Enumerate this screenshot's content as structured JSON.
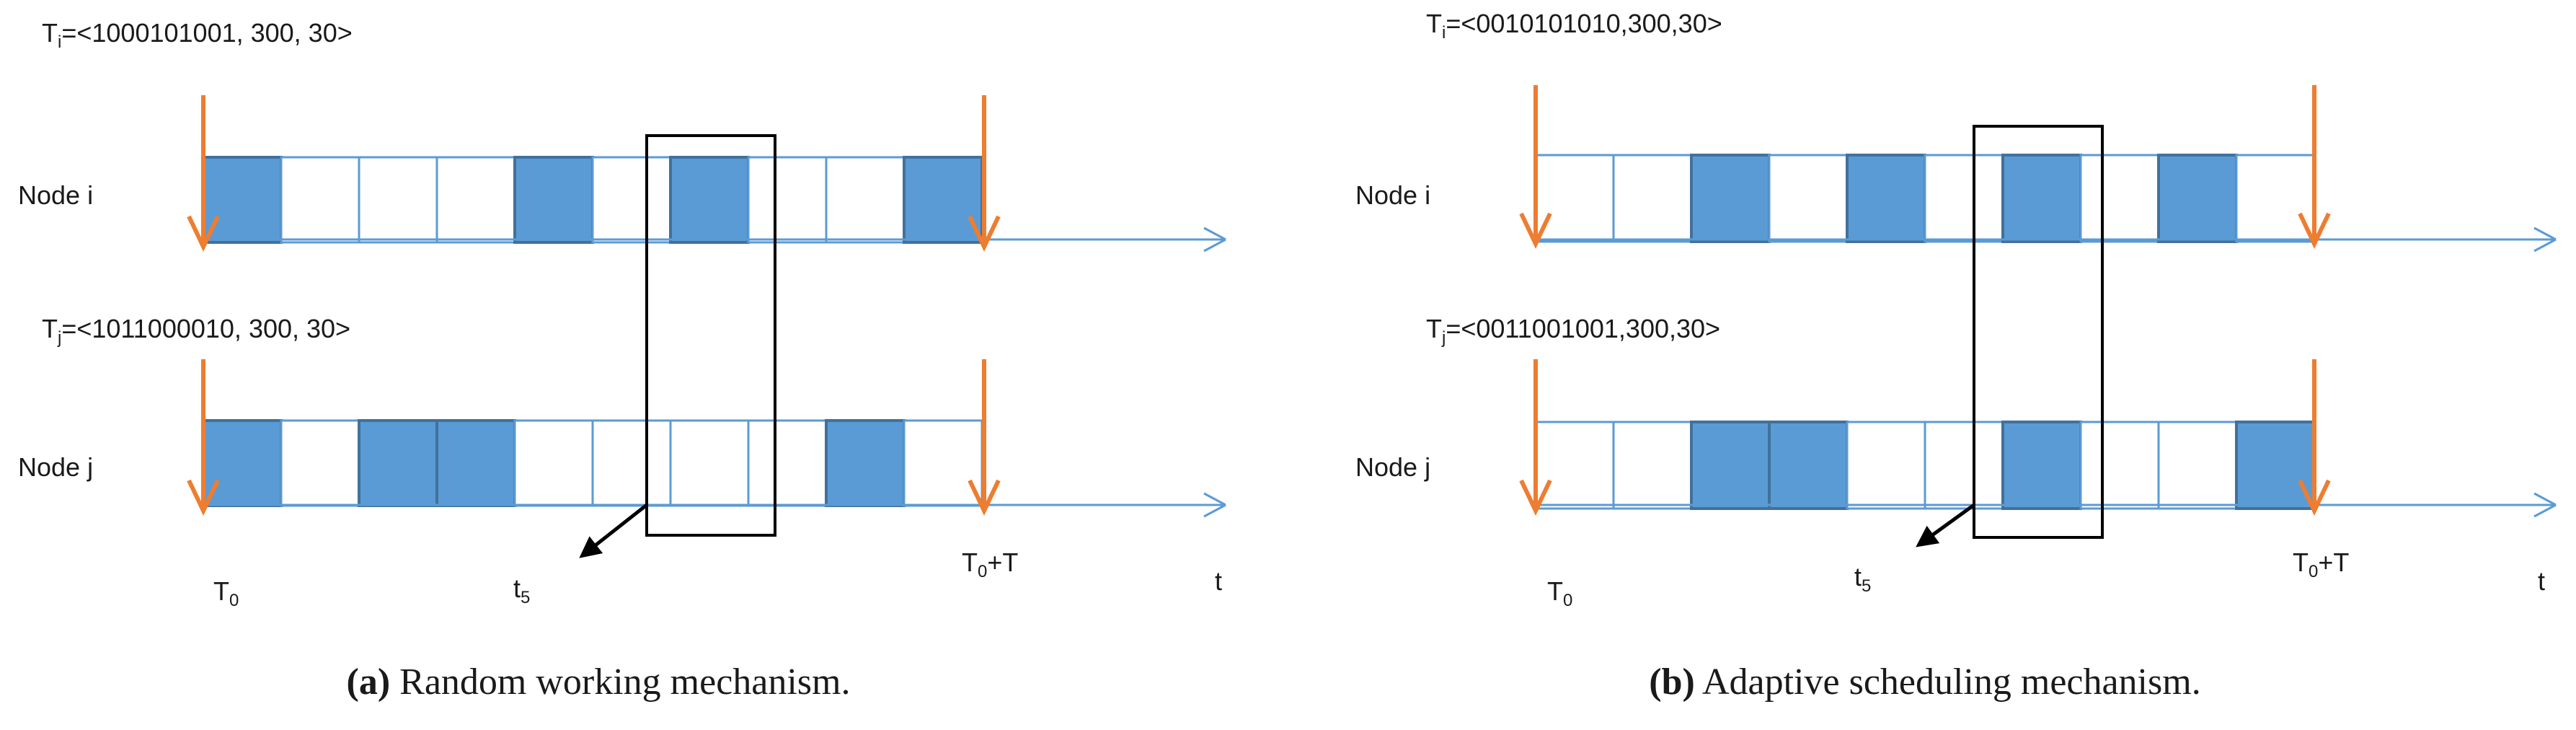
{
  "panels": [
    {
      "tuple_main": "T",
      "tuple_sub": "i",
      "tuple_value": "=<1000101001, 300, 30>",
      "node_i_label": "Node i",
      "node_i_slots": "1000101001",
      "tuple_j_main": "T",
      "tuple_j_sub": "j",
      "tuple_j_value": "=<1011000010, 300, 30>",
      "node_j_label": "Node j",
      "node_j_slots": "1011000010",
      "t0_main": "T",
      "t0_sub": "0",
      "t5_main": "t",
      "t5_sub": "5",
      "tend_main": "T",
      "tend_sub": "0",
      "tend_suffix": "+T",
      "t_axis": "t",
      "caption_letter": "(a)",
      "caption_text": " Random working mechanism."
    },
    {
      "tuple_main": "T",
      "tuple_sub": "i",
      "tuple_value": "=<0010101010,300,30>",
      "node_i_label": "Node i",
      "node_i_slots": "0010101010",
      "tuple_j_main": "T",
      "tuple_j_sub": "j",
      "tuple_j_value": "=<0011001001,300,30>",
      "node_j_label": "Node j",
      "node_j_slots": "0011001001",
      "t0_main": "T",
      "t0_sub": "0",
      "t5_main": "t",
      "t5_sub": "5",
      "tend_main": "T",
      "tend_sub": "0",
      "tend_suffix": "+T",
      "t_axis": "t",
      "caption_letter": "(b)",
      "caption_text": " Adaptive scheduling mechanism."
    }
  ],
  "colors": {
    "slot_fill": "#5b9bd5",
    "slot_border": "#5b9bd5",
    "timeline": "#5b9bd5",
    "marker_arrow": "#ed7d31",
    "window_box": "#000000"
  }
}
